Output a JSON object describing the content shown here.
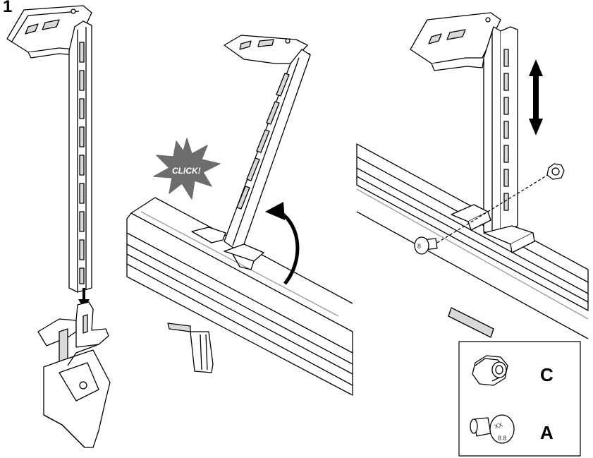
{
  "step": {
    "number": "1"
  },
  "click_label": "CLICK!",
  "legend": {
    "items": [
      {
        "letter": "C",
        "icon": "flange-nut-icon"
      },
      {
        "letter": "A",
        "icon": "carriage-bolt-icon"
      }
    ]
  },
  "bolt_head_text": {
    "top": "XX",
    "bottom": "8.8"
  },
  "colors": {
    "line": "#000000",
    "fill": "#ffffff",
    "shade": "#d9d9d9",
    "burst": "#6d6d6d"
  }
}
